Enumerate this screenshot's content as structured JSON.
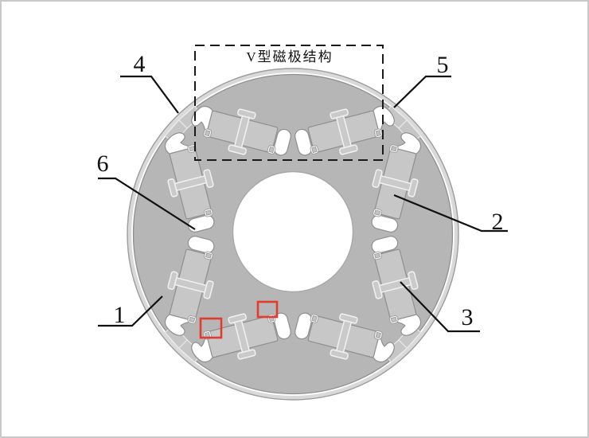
{
  "figure": {
    "title": "V型磁极结构",
    "callouts": [
      {
        "label": "1"
      },
      {
        "label": "2"
      },
      {
        "label": "3"
      },
      {
        "label": "4"
      },
      {
        "label": "5"
      },
      {
        "label": "6"
      }
    ],
    "colors": {
      "rotor_body": "#b6b6b6",
      "rotor_rim": "#d9d9d9",
      "magnet": "#c7c7c7",
      "rib": "#cacaca",
      "bridge_segment": "#c6c6c6",
      "outline": "#8f8f8f",
      "flux_barrier": "#ffffff",
      "shaft_hole": "#ffffff",
      "annotation": "#111111",
      "highlight_box": "#e23b30",
      "page_border": "#c9c9c9"
    }
  }
}
